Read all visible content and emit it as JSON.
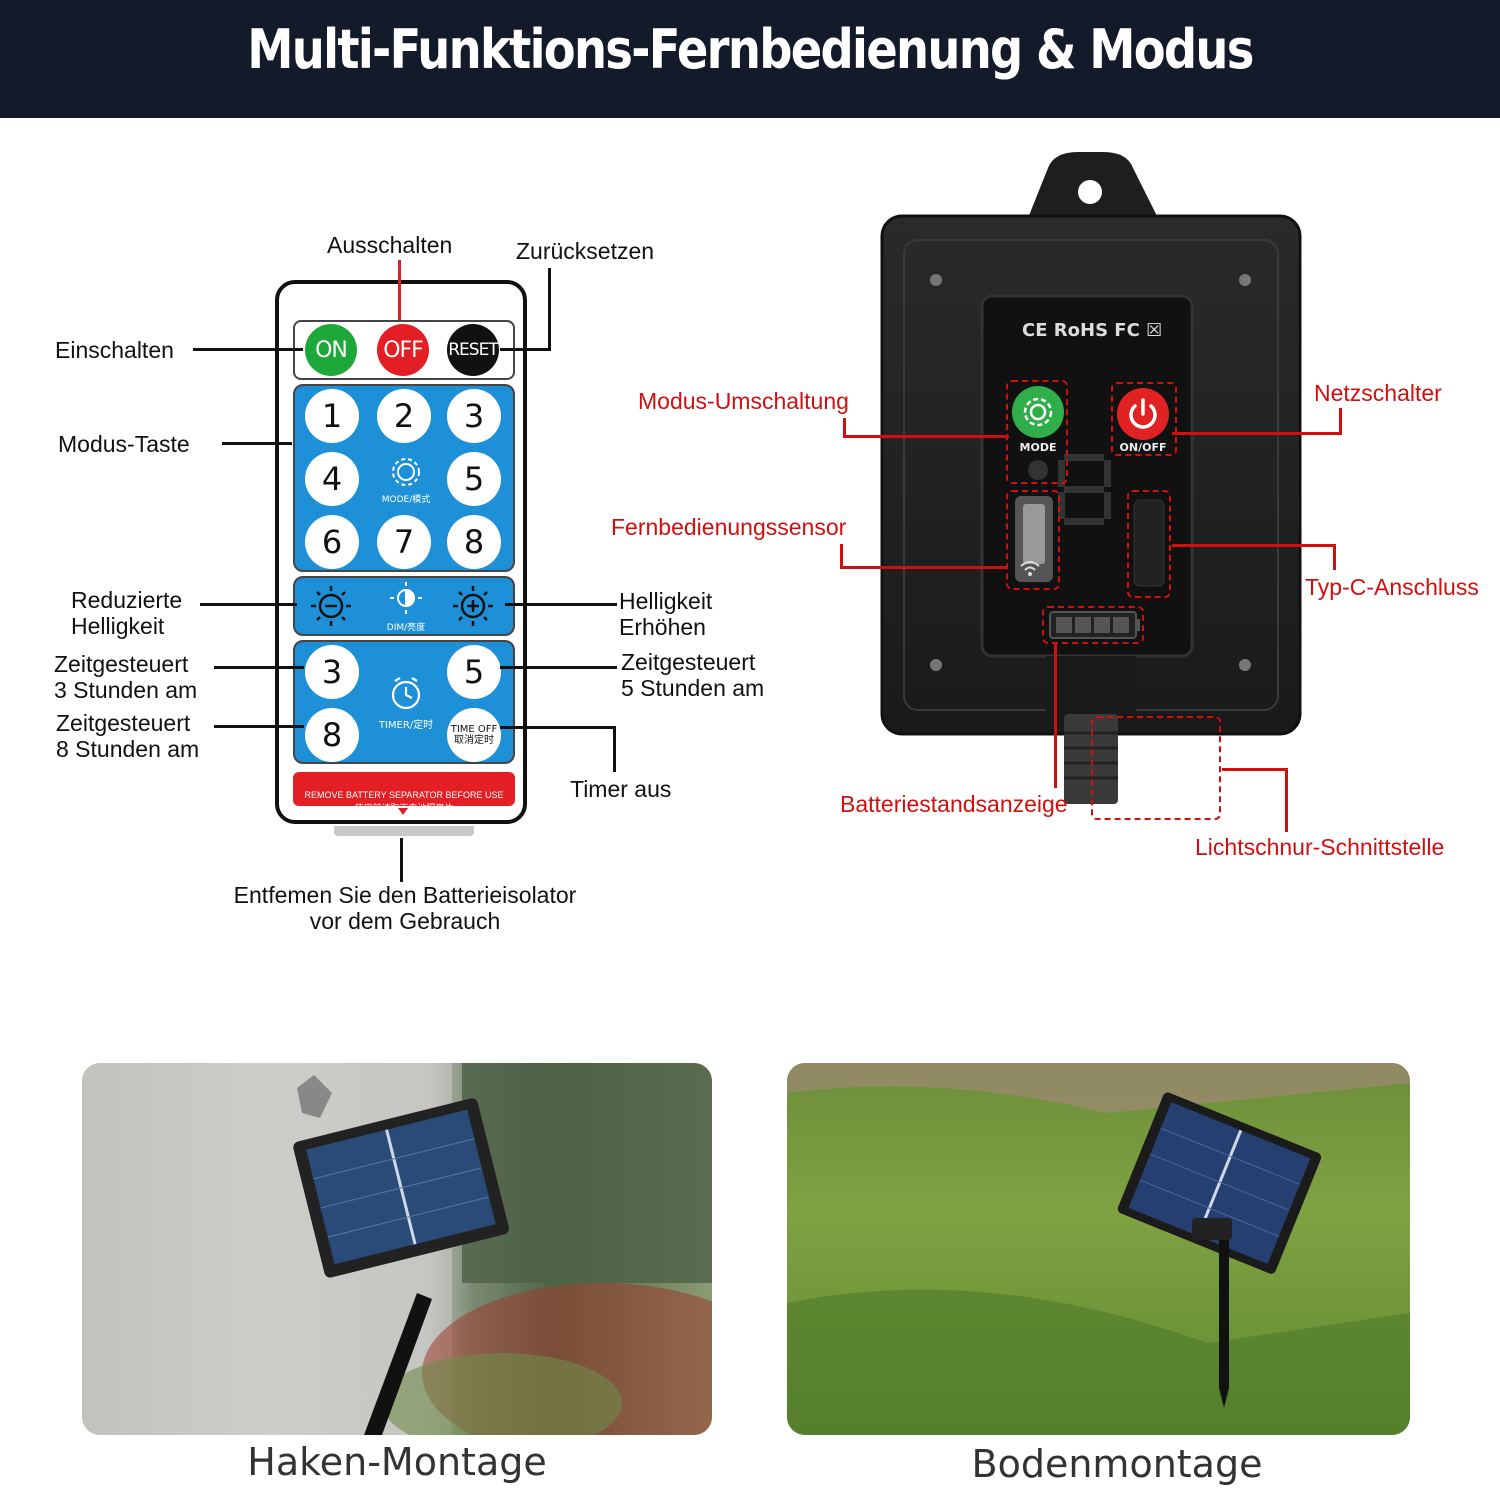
{
  "title": "Multi-Funktions-Fernbedienung & Modus",
  "remote": {
    "top_buttons": [
      {
        "label": "ON",
        "color": "#1fa83a"
      },
      {
        "label": "OFF",
        "color": "#e31e24"
      },
      {
        "label": "RESET",
        "color": "#111111"
      }
    ],
    "mode_keys": [
      "1",
      "2",
      "3",
      "4",
      "5",
      "6",
      "7",
      "8"
    ],
    "mode_text": "MODE/模式",
    "dim_text": "DIM/亮度",
    "timer_keys": [
      "3",
      "5",
      "8"
    ],
    "timer_text": "TIMER/定时",
    "time_off_text": "TIME OFF\n取消定时",
    "separator_text": "REMOVE BATTERY SEPARATOR BEFORE USE\n使用前请取下电池隔离片"
  },
  "remote_labels": {
    "ausschalten": "Ausschalten",
    "zuruecksetzen": "Zurücksetzen",
    "einschalten": "Einschalten",
    "modus_taste": "Modus-Taste",
    "reduzierte": "Reduzierte\nHelligkeit",
    "erhoehen": "Helligkeit\nErhöhen",
    "zeit3": "Zeitgesteuert\n3 Stunden am",
    "zeit5": "Zeitgesteuert\n5 Stunden am",
    "zeit8": "Zeitgesteuert\n8 Stunden am",
    "timer_aus": "Timer aus",
    "isolator": "Entfemen Sie den Batterieisolator\nvor dem Gebrauch"
  },
  "controller": {
    "cert_text": "CE RoHS FC ☒",
    "mode_label": "MODE",
    "onoff_label": "ON/OFF",
    "display_digit": "8"
  },
  "controller_labels": {
    "modus_umschaltung": "Modus-Umschaltung",
    "netzschalter": "Netzschalter",
    "sensor": "Fernbedienungssensor",
    "typc": "Typ-C-Anschluss",
    "batterie": "Batteriestandsanzeige",
    "lichtschnur": "Lichtschnur-Schnittstelle"
  },
  "photos": {
    "left_caption": "Haken-Montage",
    "right_caption": "Bodenmontage"
  }
}
